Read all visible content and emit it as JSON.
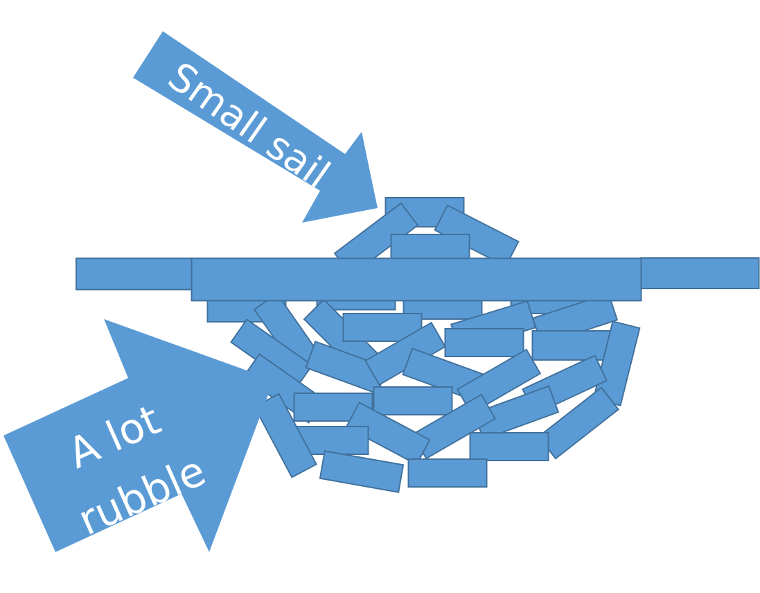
{
  "colors": {
    "fill": "#5b9bd5",
    "stroke": "#41719c",
    "text": "#ffffff"
  },
  "arrows": {
    "small_sail": {
      "label": "Small sail"
    },
    "rubble": {
      "line1": "A lot",
      "line2": "rubble"
    }
  }
}
